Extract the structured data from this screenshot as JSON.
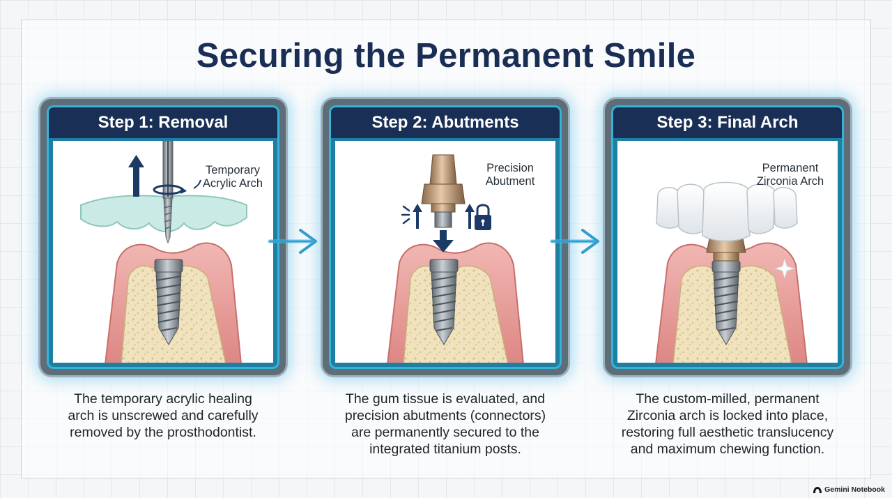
{
  "title": "Securing the Permanent Smile",
  "steps": [
    {
      "header": "Step 1: Removal",
      "callout_line1": "Temporary",
      "callout_line2": "Acrylic Arch",
      "caption_line1": "The temporary acrylic healing",
      "caption_line2": "arch is unscrewed and carefully",
      "caption_line3": "removed by the prosthodontist."
    },
    {
      "header": "Step 2: Abutments",
      "callout_line1": "Precision",
      "callout_line2": "Abutment",
      "caption_line1": "The gum tissue is evaluated, and",
      "caption_line2": "precision abutments (connectors)",
      "caption_line3": "are permanently secured to the",
      "caption_line4": "integrated titanium posts."
    },
    {
      "header": "Step 3: Final Arch",
      "callout_line1": "Permanent",
      "callout_line2": "Zirconia Arch",
      "caption_line1": "The custom-milled, permanent",
      "caption_line2": "Zirconia arch is locked into place,",
      "caption_line3": "restoring full aesthetic translucency",
      "caption_line4": "and maximum chewing function."
    }
  ],
  "footer": "Gemini Notebook",
  "icons": {
    "remove": "up-arrow-icon",
    "rotate": "rotate-icon",
    "lock": "lock-icon",
    "flow": "right-arrow-icon",
    "brand": "gemini-icon"
  },
  "colors": {
    "title": "#1a2e55",
    "header_bg": "#1a2f55",
    "frame_glow": "#36b3d6",
    "gum": "#e9a3a0",
    "bone": "#eedfb9",
    "titanium": "#8d959c"
  }
}
